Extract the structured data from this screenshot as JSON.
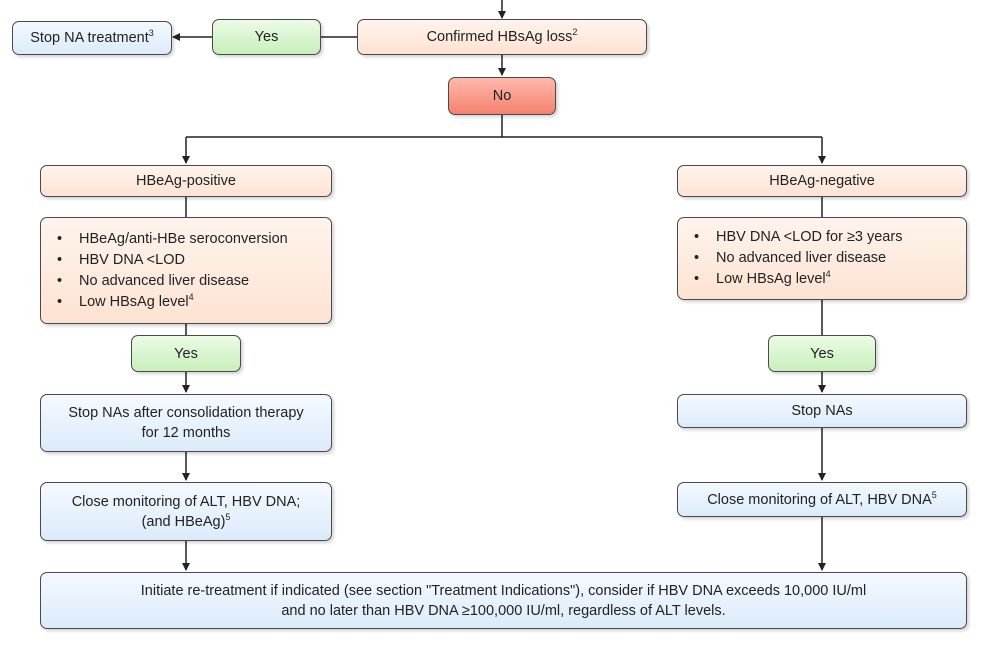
{
  "flowchart": {
    "top": {
      "question": "Confirmed HBsAg loss",
      "question_note": "2",
      "yes": "Yes",
      "stop_na": "Stop NA treatment",
      "stop_na_note": "3",
      "no": "No"
    },
    "left": {
      "header": "HBeAg-positive",
      "criteria": [
        "HBeAg/anti-HBe seroconversion",
        "HBV DNA <LOD",
        "No advanced liver disease",
        "Low HBsAg level"
      ],
      "criteria_note": "4",
      "yes": "Yes",
      "stop_line1": "Stop NAs after consolidation therapy",
      "stop_line2": "for 12 months",
      "monitor_line1": "Close monitoring of ALT, HBV DNA;",
      "monitor_line2": "(and HBeAg)",
      "monitor_note": "5"
    },
    "right": {
      "header": "HBeAg-negative",
      "criteria": [
        "HBV DNA <LOD for ≥3 years",
        "No advanced liver disease",
        "Low HBsAg level"
      ],
      "criteria_note": "4",
      "yes": "Yes",
      "stop": "Stop NAs",
      "monitor": "Close monitoring of ALT, HBV DNA",
      "monitor_note": "5"
    },
    "bottom": {
      "line1": "Initiate re-treatment if indicated (see section \"Treatment Indications\"), consider if HBV DNA exceeds 10,000 IU/ml",
      "line2": "and no later than HBV DNA ≥100,000 IU/ml, regardless of ALT levels."
    }
  },
  "colors": {
    "criteria_fill": "#fde3d3",
    "yes_fill": "#c8efbc",
    "action_fill": "#dcebfa",
    "no_fill": "#f4816e",
    "line": "#222222"
  }
}
